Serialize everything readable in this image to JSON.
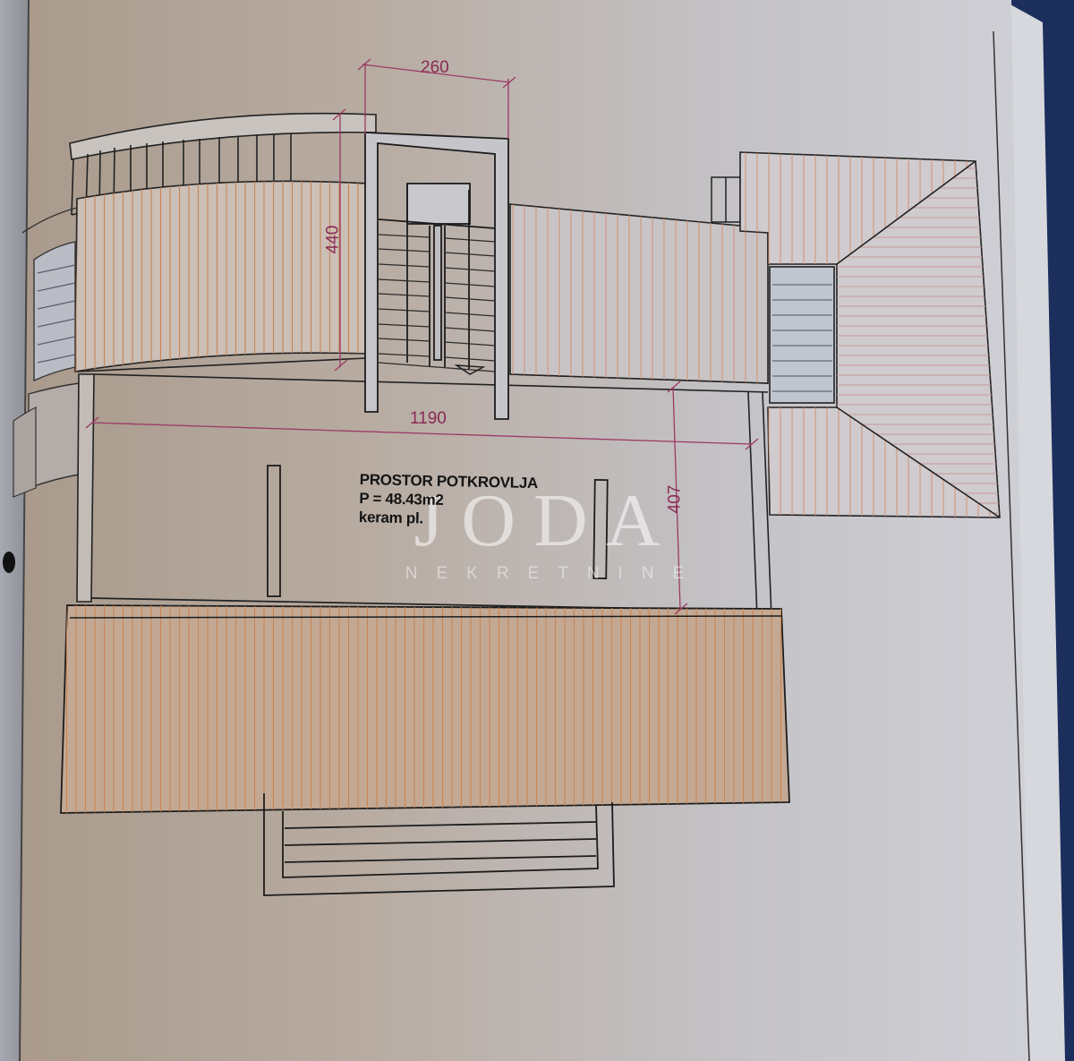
{
  "document": {
    "type": "architectural floor plan (attic)",
    "room": {
      "name": "PROSTOR POTKROVLJA",
      "area": "P = 48.43m2",
      "flooring": "keram pl."
    },
    "dimensions": {
      "staircase_width": "260",
      "staircase_depth": "440",
      "room_length": "1190",
      "room_depth": "407"
    },
    "watermark": {
      "brand": "JODA",
      "subtitle": "NEKRETNINE"
    },
    "colors": {
      "background_cloth": "#1b2e5c",
      "paper": "#c9c6c4",
      "line": "#1c1c1c",
      "dimension_line": "#9b3a64",
      "roof_hatch": "#d08a5a"
    }
  }
}
